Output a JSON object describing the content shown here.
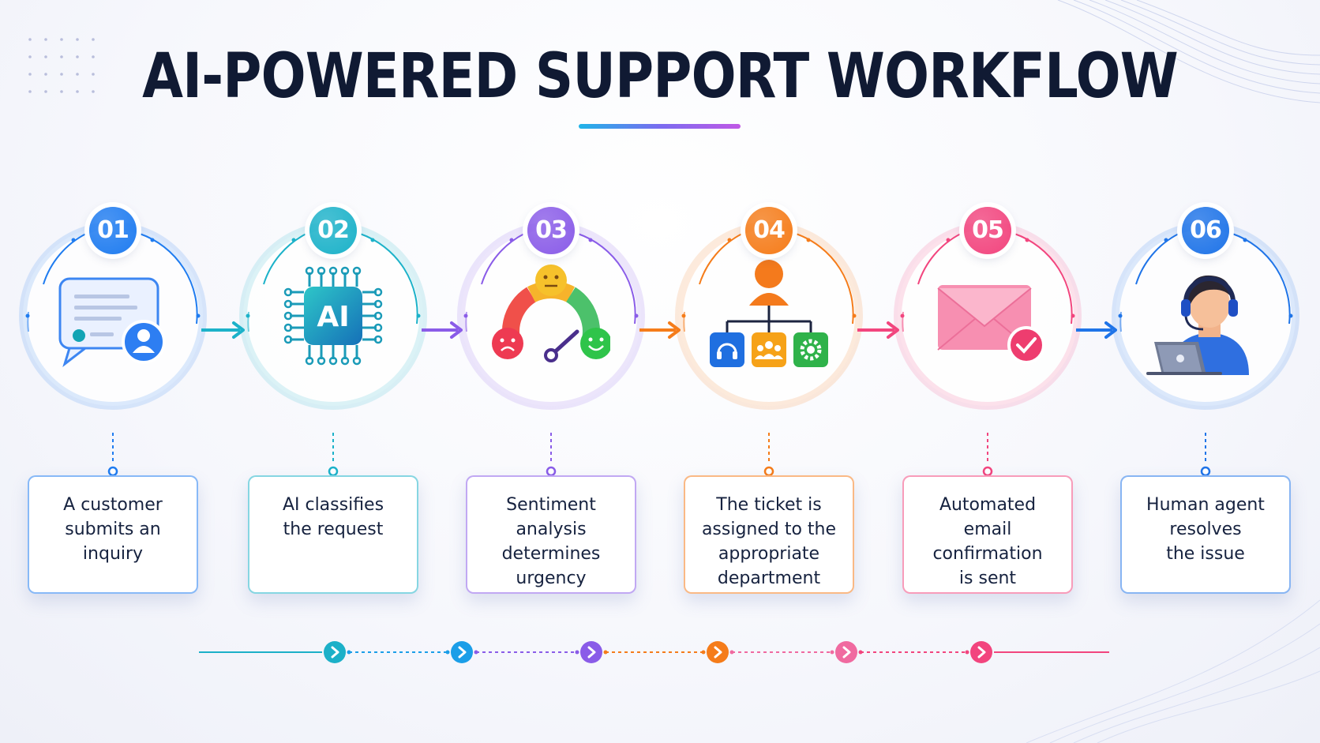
{
  "title": "AI-POWERED SUPPORT WORKFLOW",
  "steps": [
    {
      "num": "01",
      "text": "A customer\nsubmits an\ninquiry",
      "color": "#1f7cf0",
      "icon": "chat-user-icon"
    },
    {
      "num": "02",
      "text": "AI classifies\nthe request",
      "color": "#1cb2c9",
      "icon": "ai-chip-icon",
      "icon_label": "AI"
    },
    {
      "num": "03",
      "text": "Sentiment\nanalysis\ndetermines\nurgency",
      "color": "#8a5ce8",
      "icon": "sentiment-gauge-icon"
    },
    {
      "num": "04",
      "text": "The ticket is\nassigned to the\nappropriate\ndepartment",
      "color": "#f57c1a",
      "icon": "org-routing-icon"
    },
    {
      "num": "05",
      "text": "Automated\nemail\nconfirmation\nis sent",
      "color": "#f2457e",
      "icon": "email-check-icon"
    },
    {
      "num": "06",
      "text": "Human agent\nresolves\nthe issue",
      "color": "#1f74e8",
      "icon": "support-agent-icon"
    }
  ],
  "timeline_colors": [
    "#1cb0c8",
    "#1b9ee8",
    "#8a5ce8",
    "#f57c1a",
    "#f06aa0",
    "#f2457e"
  ]
}
